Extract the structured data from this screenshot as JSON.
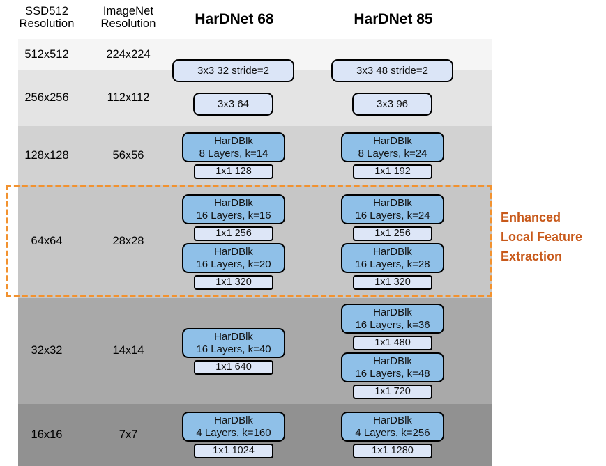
{
  "header": {
    "col_ssd": "SSD512\nResolution",
    "col_imagenet": "ImageNet\nResolution",
    "col_net68": "HarDNet 68",
    "col_net85": "HarDNet 85"
  },
  "colors": {
    "conv_box_fill": "#dbe5f7",
    "hardblk_fill": "#8fc0e8",
    "transition_fill": "#dde6f7",
    "box_border": "#000000",
    "highlight_border": "#f2922f",
    "highlight_text": "#c8591a",
    "band_shades": [
      "#f5f5f5",
      "#e4e4e4",
      "#d2d2d2",
      "#c6c6c6",
      "#a9a9a9",
      "#919191"
    ]
  },
  "highlight": {
    "label": "Enhanced\nLocal Feature\nExtraction"
  },
  "rows": [
    {
      "ssd": "512x512",
      "imagenet": "224x224",
      "band_color": "#f5f5f5",
      "net68": [],
      "net85": []
    },
    {
      "ssd": "256x256",
      "imagenet": "112x112",
      "band_color": "#e4e4e4",
      "net68": [],
      "net85": []
    },
    {
      "ssd": "128x128",
      "imagenet": "56x56",
      "band_color": "#d2d2d2",
      "net68": [
        {
          "type": "hardblk",
          "line1": "HarDBlk",
          "line2": "8 Layers, k=14"
        },
        {
          "type": "transition",
          "line1": "1x1 128"
        }
      ],
      "net85": [
        {
          "type": "hardblk",
          "line1": "HarDBlk",
          "line2": "8 Layers, k=24"
        },
        {
          "type": "transition",
          "line1": "1x1 192"
        }
      ]
    },
    {
      "ssd": "64x64",
      "imagenet": "28x28",
      "band_color": "#c6c6c6",
      "net68": [
        {
          "type": "hardblk",
          "line1": "HarDBlk",
          "line2": "16 Layers, k=16"
        },
        {
          "type": "transition",
          "line1": "1x1 256"
        },
        {
          "type": "hardblk",
          "line1": "HarDBlk",
          "line2": "16 Layers, k=20"
        },
        {
          "type": "transition",
          "line1": "1x1 320"
        }
      ],
      "net85": [
        {
          "type": "hardblk",
          "line1": "HarDBlk",
          "line2": "16 Layers, k=24"
        },
        {
          "type": "transition",
          "line1": "1x1 256"
        },
        {
          "type": "hardblk",
          "line1": "HarDBlk",
          "line2": "16 Layers, k=28"
        },
        {
          "type": "transition",
          "line1": "1x1 320"
        }
      ]
    },
    {
      "ssd": "32x32",
      "imagenet": "14x14",
      "band_color": "#a9a9a9",
      "net68": [
        {
          "type": "hardblk",
          "line1": "HarDBlk",
          "line2": "16 Layers, k=40"
        },
        {
          "type": "transition",
          "line1": "1x1 640"
        }
      ],
      "net85": [
        {
          "type": "hardblk",
          "line1": "HarDBlk",
          "line2": "16 Layers, k=36"
        },
        {
          "type": "transition",
          "line1": "1x1 480"
        },
        {
          "type": "hardblk",
          "line1": "HarDBlk",
          "line2": "16 Layers, k=48"
        },
        {
          "type": "transition",
          "line1": "1x1 720"
        }
      ]
    },
    {
      "ssd": "16x16",
      "imagenet": "7x7",
      "band_color": "#919191",
      "net68": [
        {
          "type": "hardblk",
          "line1": "HarDBlk",
          "line2": "4 Layers, k=160"
        },
        {
          "type": "transition",
          "line1": "1x1 1024"
        }
      ],
      "net85": [
        {
          "type": "hardblk",
          "line1": "HarDBlk",
          "line2": "4 Layers, k=256"
        },
        {
          "type": "transition",
          "line1": "1x1 1280"
        }
      ]
    }
  ],
  "stem": {
    "net68": [
      {
        "type": "conv",
        "line1": "3x3  32  stride=2"
      },
      {
        "type": "conv",
        "line1": "3x3  64"
      }
    ],
    "net85": [
      {
        "type": "conv",
        "line1": "3x3  48  stride=2"
      },
      {
        "type": "conv",
        "line1": "3x3  96"
      }
    ]
  }
}
